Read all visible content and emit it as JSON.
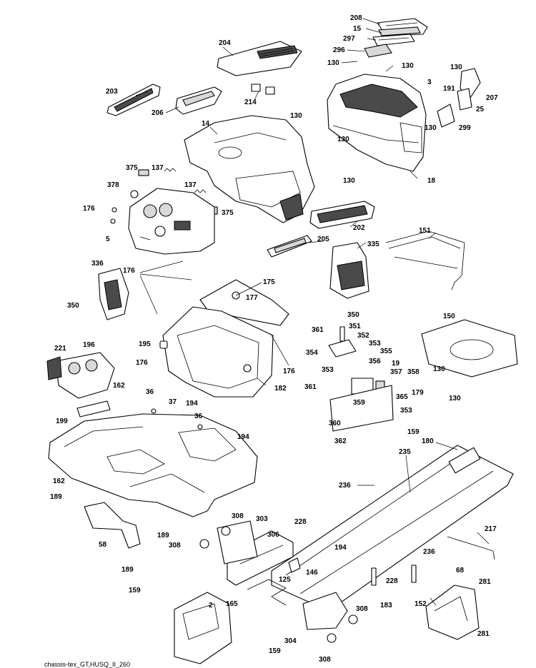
{
  "footer": "chassis-tex_GT,HUSQ_II_260",
  "labels": [
    {
      "id": "l208",
      "text": "208"
    },
    {
      "id": "l15",
      "text": "15"
    },
    {
      "id": "l297",
      "text": "297"
    },
    {
      "id": "l296",
      "text": "296"
    },
    {
      "id": "l130a",
      "text": "130"
    },
    {
      "id": "l130b",
      "text": "130"
    },
    {
      "id": "l3",
      "text": "3"
    },
    {
      "id": "l204",
      "text": "204"
    },
    {
      "id": "l130c",
      "text": "130"
    },
    {
      "id": "l191",
      "text": "191"
    },
    {
      "id": "l207",
      "text": "207"
    },
    {
      "id": "l25",
      "text": "25"
    },
    {
      "id": "l203",
      "text": "203"
    },
    {
      "id": "l214",
      "text": "214"
    },
    {
      "id": "l206",
      "text": "206"
    },
    {
      "id": "l130d",
      "text": "130"
    },
    {
      "id": "l130e",
      "text": "130"
    },
    {
      "id": "l299",
      "text": "299"
    },
    {
      "id": "l130f",
      "text": "130"
    },
    {
      "id": "l14",
      "text": "14"
    },
    {
      "id": "l130g",
      "text": "130"
    },
    {
      "id": "l18",
      "text": "18"
    },
    {
      "id": "l375a",
      "text": "375"
    },
    {
      "id": "l137a",
      "text": "137"
    },
    {
      "id": "l378",
      "text": "378"
    },
    {
      "id": "l137b",
      "text": "137"
    },
    {
      "id": "l176a",
      "text": "176"
    },
    {
      "id": "l375b",
      "text": "375"
    },
    {
      "id": "l202",
      "text": "202"
    },
    {
      "id": "l151",
      "text": "151"
    },
    {
      "id": "l5",
      "text": "5"
    },
    {
      "id": "l205",
      "text": "205"
    },
    {
      "id": "l335",
      "text": "335"
    },
    {
      "id": "l336",
      "text": "336"
    },
    {
      "id": "l176b",
      "text": "176"
    },
    {
      "id": "l175",
      "text": "175"
    },
    {
      "id": "l177",
      "text": "177"
    },
    {
      "id": "l350a",
      "text": "350"
    },
    {
      "id": "l350b",
      "text": "350"
    },
    {
      "id": "l150",
      "text": "150"
    },
    {
      "id": "l361a",
      "text": "361"
    },
    {
      "id": "l351",
      "text": "351"
    },
    {
      "id": "l352",
      "text": "352"
    },
    {
      "id": "l353a",
      "text": "353"
    },
    {
      "id": "l195",
      "text": "195"
    },
    {
      "id": "l354",
      "text": "354"
    },
    {
      "id": "l355",
      "text": "355"
    },
    {
      "id": "l221",
      "text": "221"
    },
    {
      "id": "l196",
      "text": "196"
    },
    {
      "id": "l356",
      "text": "356"
    },
    {
      "id": "l19",
      "text": "19"
    },
    {
      "id": "l176c",
      "text": "176"
    },
    {
      "id": "l176d",
      "text": "176"
    },
    {
      "id": "l353b",
      "text": "353"
    },
    {
      "id": "l357",
      "text": "357"
    },
    {
      "id": "l358",
      "text": "358"
    },
    {
      "id": "l130h",
      "text": "130"
    },
    {
      "id": "l162a",
      "text": "162"
    },
    {
      "id": "l182",
      "text": "182"
    },
    {
      "id": "l361b",
      "text": "361"
    },
    {
      "id": "l365",
      "text": "365"
    },
    {
      "id": "l179",
      "text": "179"
    },
    {
      "id": "l130i",
      "text": "130"
    },
    {
      "id": "l36a",
      "text": "36"
    },
    {
      "id": "l37",
      "text": "37"
    },
    {
      "id": "l194a",
      "text": "194"
    },
    {
      "id": "l359",
      "text": "359"
    },
    {
      "id": "l353c",
      "text": "353"
    },
    {
      "id": "l36b",
      "text": "36"
    },
    {
      "id": "l199",
      "text": "199"
    },
    {
      "id": "l194b",
      "text": "194"
    },
    {
      "id": "l360",
      "text": "360"
    },
    {
      "id": "l159a",
      "text": "159"
    },
    {
      "id": "l362",
      "text": "362"
    },
    {
      "id": "l180",
      "text": "180"
    },
    {
      "id": "l235",
      "text": "235"
    },
    {
      "id": "l162b",
      "text": "162"
    },
    {
      "id": "l236a",
      "text": "236"
    },
    {
      "id": "l189a",
      "text": "189"
    },
    {
      "id": "l308a",
      "text": "308"
    },
    {
      "id": "l303",
      "text": "303"
    },
    {
      "id": "l228a",
      "text": "228"
    },
    {
      "id": "l217",
      "text": "217"
    },
    {
      "id": "l306",
      "text": "306"
    },
    {
      "id": "l58",
      "text": "58"
    },
    {
      "id": "l189b",
      "text": "189"
    },
    {
      "id": "l308b",
      "text": "308"
    },
    {
      "id": "l194c",
      "text": "194"
    },
    {
      "id": "l236b",
      "text": "236"
    },
    {
      "id": "l189c",
      "text": "189"
    },
    {
      "id": "l146",
      "text": "146"
    },
    {
      "id": "l68",
      "text": "68"
    },
    {
      "id": "l125",
      "text": "125"
    },
    {
      "id": "l228b",
      "text": "228"
    },
    {
      "id": "l159b",
      "text": "159"
    },
    {
      "id": "l281a",
      "text": "281"
    },
    {
      "id": "l2",
      "text": "2"
    },
    {
      "id": "l165",
      "text": "165"
    },
    {
      "id": "l183",
      "text": "183"
    },
    {
      "id": "l152",
      "text": "152"
    },
    {
      "id": "l308c",
      "text": "308"
    },
    {
      "id": "l304",
      "text": "304"
    },
    {
      "id": "l159c",
      "text": "159"
    },
    {
      "id": "l281b",
      "text": "281"
    },
    {
      "id": "l308d",
      "text": "308"
    }
  ]
}
